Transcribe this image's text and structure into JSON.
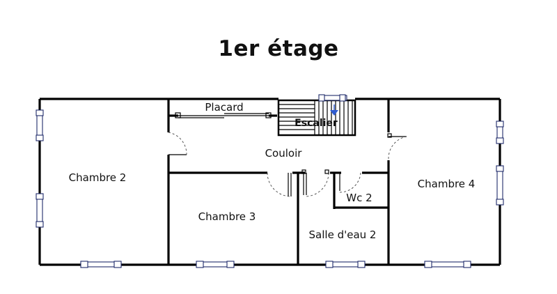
{
  "floor_title": "1er étage",
  "rooms": {
    "chambre2": "Chambre 2",
    "chambre3": "Chambre 3",
    "chambre4": "Chambre 4",
    "placard": "Placard",
    "escalier": "Escalier",
    "couloir": "Couloir",
    "wc2": "Wc 2",
    "salle_eau2": "Salle d'eau 2"
  },
  "colors": {
    "wall": "#000000",
    "window_frame": "#1e2a6a",
    "stair_arrow": "#2f5bd0"
  }
}
